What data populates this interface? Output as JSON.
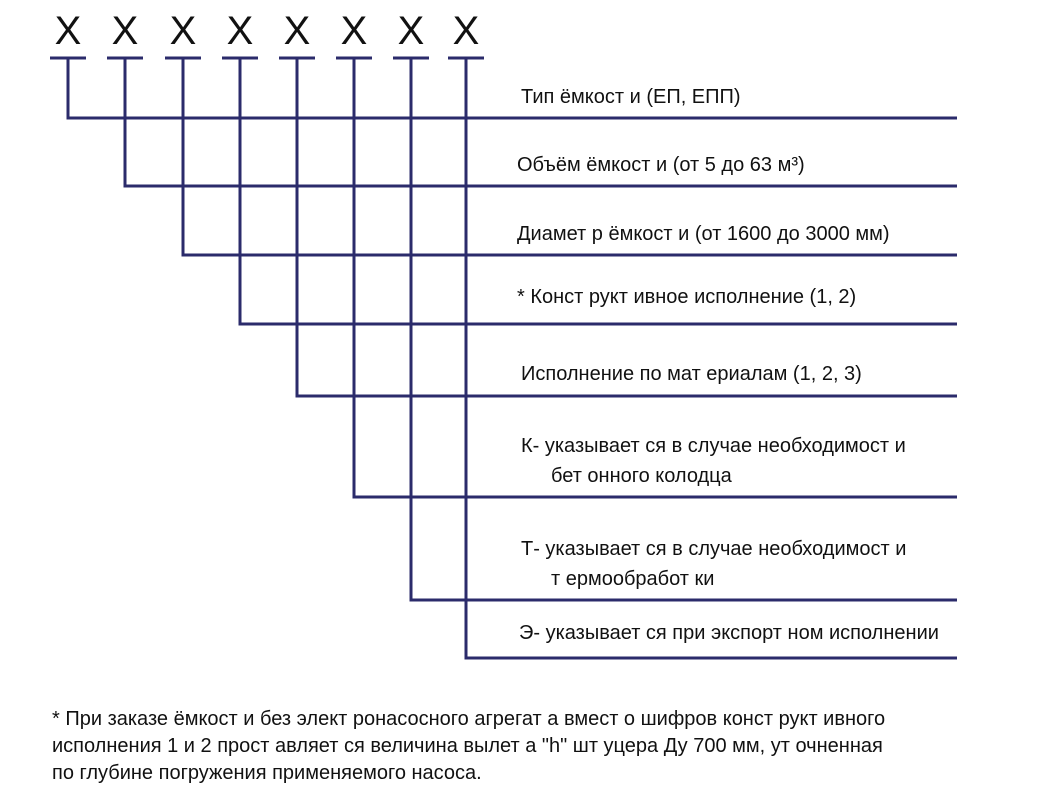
{
  "code": {
    "letters": [
      "X",
      "X",
      "X",
      "X",
      "X",
      "X",
      "X",
      "X"
    ]
  },
  "rows": [
    {
      "lines": [
        "Тип ёмкост и (ЕП, ЕПП)"
      ]
    },
    {
      "lines": [
        "Объём ёмкост и (от  5 до 63 м³)"
      ]
    },
    {
      "lines": [
        "Диамет р ёмкост и (от  1600 до 3000 мм)"
      ]
    },
    {
      "lines": [
        "* Конст рукт ивное исполнение (1, 2)"
      ]
    },
    {
      "lines": [
        "Исполнение по мат ериалам (1, 2, 3)"
      ]
    },
    {
      "lines": [
        "К- указывает ся в случае необходимост и",
        "бет онного колодца"
      ]
    },
    {
      "lines": [
        "Т- указывает ся в случае необходимост и",
        "т ермообработ ки"
      ]
    },
    {
      "lines": [
        "Э- указывает ся при экспорт ном исполнении"
      ]
    }
  ],
  "footnote": {
    "lines": [
      "* При заказе ёмкост и без элект ронасосного агрегат а вмест о шифров конст рукт ивного",
      "исполнения 1 и 2 прост авляет ся величина вылет а \"h\" шт уцера Ду 700 мм, ут очненная",
      "по глубине погружения применяемого насоса."
    ]
  },
  "colors": {
    "line": "#2b2b6b",
    "text": "#111111",
    "background": "#ffffff"
  }
}
